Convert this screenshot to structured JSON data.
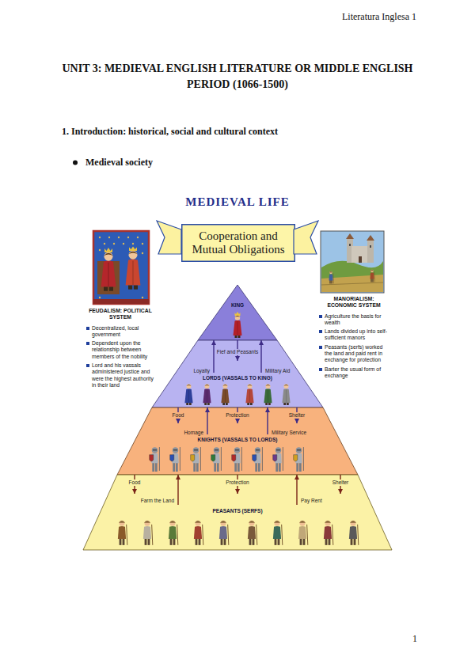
{
  "diagram": {
    "title": "UNIT 3: MEDIEVAL ENGLISH LITERATURE OR MIDDLE ENGLISH PERIOD (1066-1500)",
    "nodes": [
      {
        "text": [
          "Cooperation and Mutual Obligations"
        ]
      },
      {
        "text": [
          "KING"
        ]
      },
      {
        "text": [
          "LORDS (VASSALS TO KING)"
        ]
      },
      {
        "text": [
          "KNIGHTS (VASSALS TO LORDS)"
        ]
      },
      {
        "text": [
          "PEASANTS (SERFS)"
        ]
      }
    ],
    "edges": [
      {
        "from": 1,
        "to": 2,
        "arrow": "to",
        "label": "Fief and Peasants"
      },
      {
        "from": 2,
        "to": 1,
        "arrow": "to",
        "label": "Loyalty"
      },
      {
        "from": 2,
        "to": 1,
        "arrow": "to",
        "label": "Military Aid"
      },
      {
        "from": 2,
        "to": 3,
        "arrow": "to",
        "label": "Food"
      },
      {
        "from": 2,
        "to": 3,
        "arrow": "to",
        "label": "Protection"
      },
      {
        "from": 2,
        "to": 3,
        "arrow": "to",
        "label": "Shelter"
      },
      {
        "from": 3,
        "to": 2,
        "arrow": "to",
        "label": "Homage"
      },
      {
        "from": 3,
        "to": 2,
        "arrow": "to",
        "label": "Military Service"
      },
      {
        "from": 3,
        "to": 4,
        "arrow": "to",
        "label": "Food"
      },
      {
        "from": 3,
        "to": 4,
        "arrow": "to",
        "label": "Protection"
      },
      {
        "from": 3,
        "to": 4,
        "arrow": "to",
        "label": "Shelter"
      },
      {
        "from": 4,
        "to": 3,
        "arrow": "to",
        "label": "Farm the Land"
      },
      {
        "from": 4,
        "to": 3,
        "arrow": "to",
        "label": "Pay Rent"
      }
    ],
    "labels": [
      "Literatura Inglesa 1",
      "1. Introduction: historical, social and cultural context",
      "Medieval society",
      "MEDIEVAL LIFE",
      "FEUDALISM: POLITICAL SYSTEM",
      "Decentralized, local government",
      "Dependent upon the relationship between members of the nobility",
      "Lord and his vassals administered justice and were the highest authority in their land",
      "MANORIALISM: ECONOMIC SYSTEM",
      "Agriculture the basis for wealth",
      "Lands divided up into self-sufficient manors",
      "Peasants (serfs) worked the land and paid rent in exchange for protection",
      "Barter the usual form of exchange",
      "1"
    ]
  }
}
